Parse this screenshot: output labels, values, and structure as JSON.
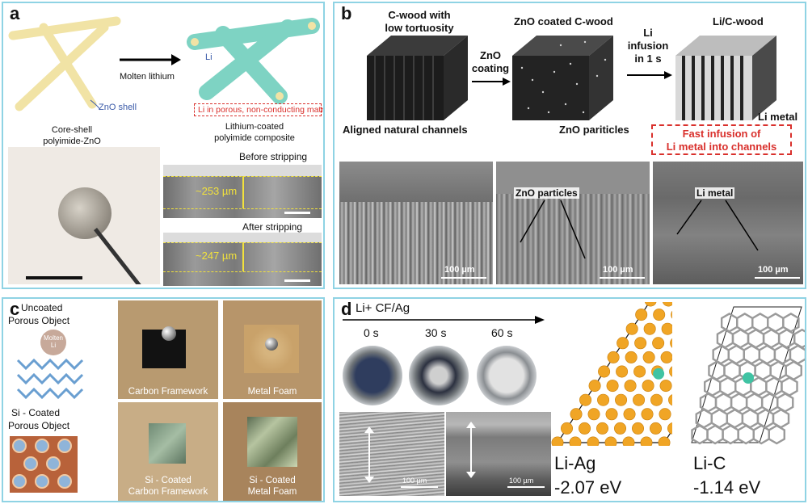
{
  "panel_a": {
    "label": "a",
    "arrow_text": "Molten lithium",
    "li_text": "Li",
    "zno_shell": "ZnO shell",
    "matrix_box": "Li in porous, non-conducting matrix",
    "left_caption": [
      "Core-shell",
      "polyimide-ZnO"
    ],
    "right_caption": [
      "Lithium-coated",
      "polyimide composite"
    ],
    "before": "Before stripping",
    "after": "After stripping",
    "thick1": "~253 µm",
    "thick2": "~247 µm"
  },
  "panel_b": {
    "label": "b",
    "block1_title": [
      "C-wood with",
      "low tortuosity"
    ],
    "block2_title": "ZnO coated C-wood",
    "block3_title": "Li/C-wood",
    "arrow1": [
      "ZnO",
      "coating"
    ],
    "arrow2": [
      "Li",
      "infusion",
      "in 1 s"
    ],
    "aligned": "Aligned natural channels",
    "zno_particles": "ZnO pariticles",
    "li_metal": "Li metal",
    "red_box": [
      "Fast infusion of",
      "Li metal into channels"
    ],
    "sem_zno": "ZnO particles",
    "sem_li": "Li metal",
    "scale": "100 µm"
  },
  "panel_c": {
    "label": "c",
    "uncoated": [
      "Uncoated",
      "Porous Object"
    ],
    "molten": [
      "Molten",
      "Li"
    ],
    "coated": [
      "Si - Coated",
      "Porous Object"
    ],
    "photo1": "Carbon Framework",
    "photo2": "Metal Foam",
    "photo3": [
      "Si - Coated",
      "Carbon Framework"
    ],
    "photo4": [
      "Si - Coated",
      "Metal Foam"
    ]
  },
  "panel_d": {
    "label": "d",
    "title": "Li+ CF/Ag",
    "times": [
      "0 s",
      "30 s",
      "60 s"
    ],
    "scale": "100 µm",
    "li_ag": "Li-Ag",
    "li_ag_energy": "-2.07 eV",
    "li_c": "Li-C",
    "li_c_energy": "-1.14 eV"
  }
}
